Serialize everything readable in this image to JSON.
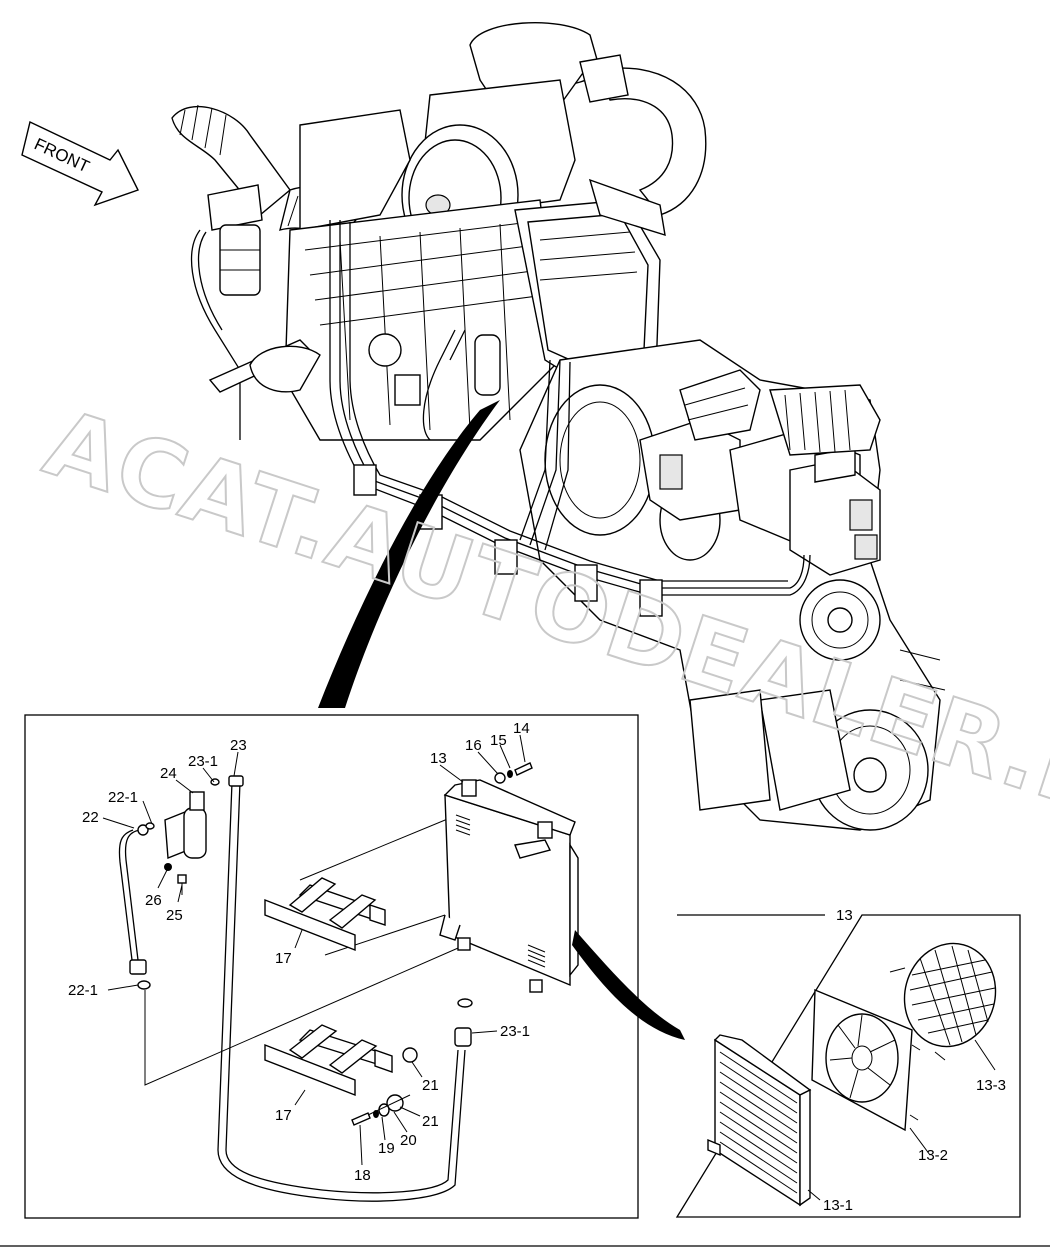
{
  "direction_label": "FRONT",
  "watermark": "ACAT.AUTODEALER.RU",
  "callouts": {
    "c14": "14",
    "c15": "15",
    "c16": "16",
    "c13": "13",
    "c23": "23",
    "c23_1_top": "23-1",
    "c24": "24",
    "c22_1_top": "22-1",
    "c22": "22",
    "c26": "26",
    "c25": "25",
    "c17_top": "17",
    "c22_1_bottom": "22-1",
    "c23_1_bottom": "23-1",
    "c21_a": "21",
    "c21_b": "21",
    "c17_bottom": "17",
    "c20": "20",
    "c19": "19",
    "c18": "18"
  },
  "detail": {
    "title": "13",
    "c13_1": "13-1",
    "c13_2": "13-2",
    "c13_3": "13-3"
  }
}
